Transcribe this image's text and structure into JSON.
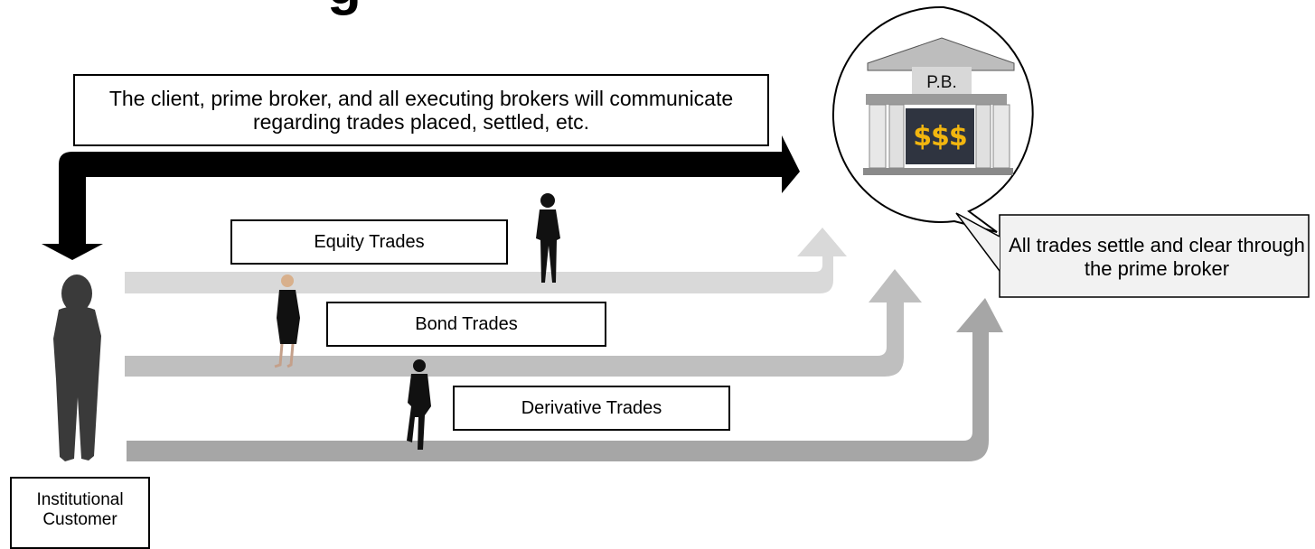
{
  "title_fragment": "g",
  "communication_note": "The client, prime broker, and all executing brokers will communicate regarding trades placed, settled, etc.",
  "trade_flows": [
    {
      "label": "Equity Trades",
      "color": "#d9d9d9"
    },
    {
      "label": "Bond Trades",
      "color": "#bfbfbf"
    },
    {
      "label": "Derivative Trades",
      "color": "#a6a6a6"
    }
  ],
  "customer_label": "Institutional Customer",
  "prime_broker": {
    "sign": "P.B.",
    "vault_text": "$$$",
    "callout": "All trades settle and clear through the prime broker"
  },
  "colors": {
    "arrow_main": "#000000",
    "silhouette": "#3a3a3a",
    "gold": "#f2b60f",
    "callout_bg": "#f2f2f2"
  }
}
